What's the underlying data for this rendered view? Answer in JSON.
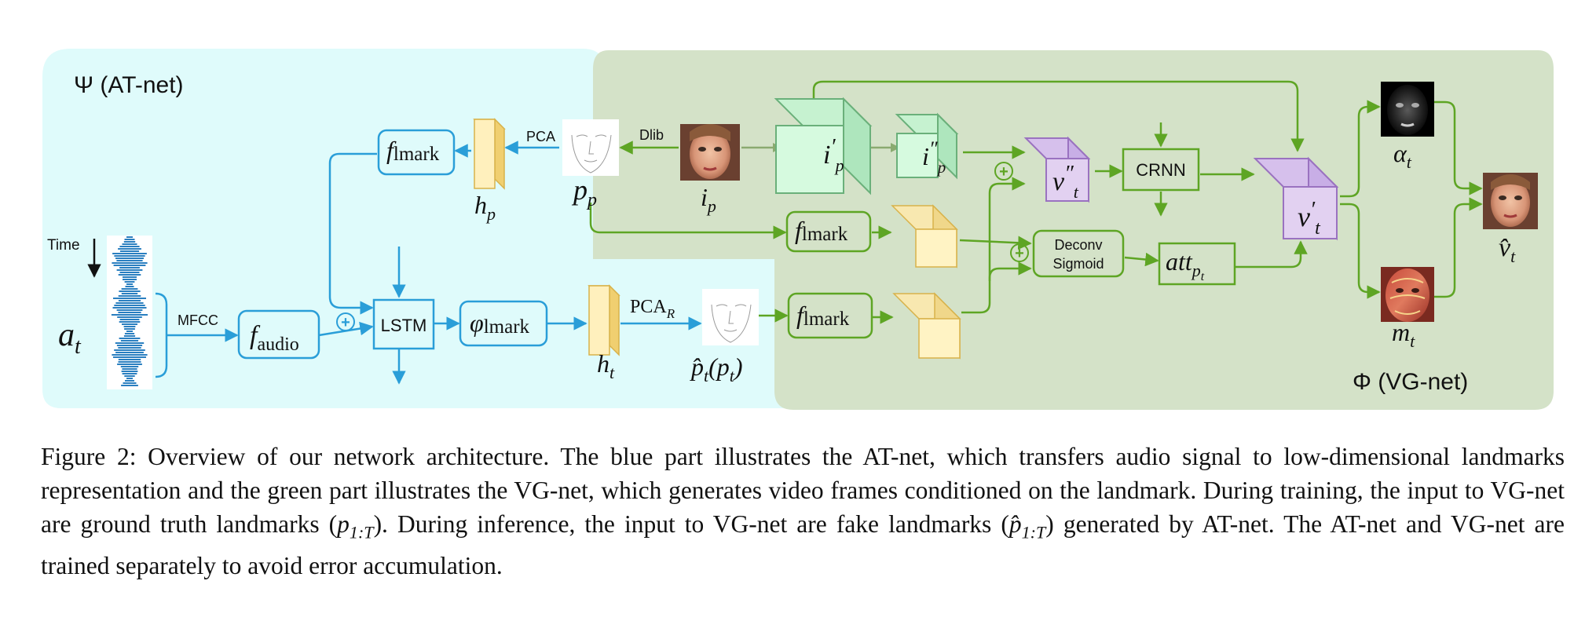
{
  "regions": {
    "at_net_label": "Ψ (AT-net)",
    "vg_net_label": "Φ (VG-net)"
  },
  "inputs": {
    "time_label": "Time",
    "audio_symbol": "a",
    "audio_subscript": "t"
  },
  "edges": {
    "mfcc": "MFCC",
    "pca": "PCA",
    "dlib": "Dlib",
    "pca_r": "PCA",
    "pca_r_sub": "R"
  },
  "blocks": {
    "f_audio": {
      "main": "f",
      "sub": "audio"
    },
    "f_lmark_top": {
      "main": "f",
      "sub": "lmark"
    },
    "lstm": "LSTM",
    "phi_lmark": {
      "main": "φ",
      "sub": "lmark"
    },
    "f_lmark_mid": {
      "main": "f",
      "sub": "lmark"
    },
    "f_lmark_low": {
      "main": "f",
      "sub": "lmark"
    },
    "crnn": "CRNN",
    "deconv": "Deconv",
    "sigmoid": "Sigmoid",
    "att": {
      "main": "att",
      "sub": "p",
      "subsub": "t"
    }
  },
  "variables": {
    "h_p": {
      "main": "h",
      "sub": "p"
    },
    "p_p": {
      "main": "p",
      "sub": "p"
    },
    "i_p": {
      "main": "i",
      "sub": "p"
    },
    "h_t": {
      "main": "h",
      "sub": "t"
    },
    "p_hat": "p̂",
    "p_hat_sub": "t",
    "p_hat_paren": "(p",
    "p_hat_paren_sub": "t",
    "p_hat_close": ")",
    "i_p_prime": {
      "main": "i",
      "prime": "′",
      "sub": "p"
    },
    "i_p_dprime": {
      "main": "i",
      "prime": "″",
      "sub": "p"
    },
    "v_t_dprime": {
      "main": "v",
      "prime": "″",
      "sub": "t"
    },
    "v_t_prime": {
      "main": "v",
      "prime": "′",
      "sub": "t"
    },
    "alpha_t": {
      "main": "α",
      "sub": "t"
    },
    "m_t": {
      "main": "m",
      "sub": "t"
    },
    "v_hat_t": {
      "main": "v̂",
      "sub": "t"
    }
  },
  "plus_symbol": "+",
  "colors": {
    "at_region": "#dffbfb",
    "vg_region": "#d4e2c8",
    "blue": "#2a9ed8",
    "green": "#5ea524",
    "cube_yellow_front": "#fff3c4",
    "cube_yellow_side": "#f3d981",
    "cube_green_front": "#d6fadf",
    "cube_purple_front": "#e2d1f1"
  },
  "caption": {
    "text": "Figure 2: Overview of our network architecture. The blue part illustrates the AT-net, which transfers audio signal to low-dimensional landmarks representation and the green part illustrates the VG-net, which generates video frames conditioned on the landmark. During training, the input to VG-net are ground truth landmarks (p1:T). During inference, the input to VG-net are fake landmarks (p̂1:T) generated by AT-net. The AT-net and VG-net are trained separately to avoid error accumulation.",
    "part1": "Figure 2: Overview of our network architecture. The blue part illustrates the AT-net, which transfers audio signal to low-dimensional landmarks representation and the green part illustrates the VG-net, which generates video frames conditioned on the landmark. During training, the input to VG-net are ground truth landmarks (",
    "gt_sym": "p",
    "gt_sub": "1:T",
    "part2": "). During inference, the input to VG-net are fake landmarks (",
    "fake_sym": "p̂",
    "fake_sub": "1:T",
    "part3": ") generated by AT-net. The AT-net and VG-net are trained separately to avoid error accumulation."
  }
}
